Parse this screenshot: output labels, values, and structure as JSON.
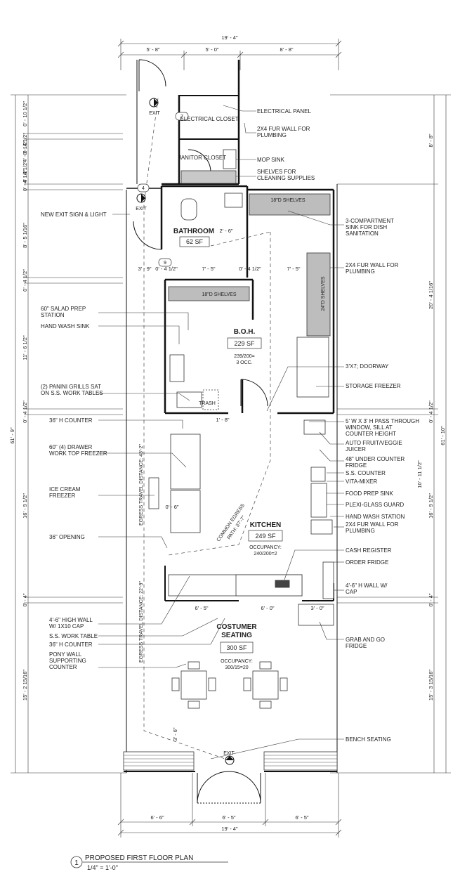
{
  "top_dims": {
    "total": "19' - 4\"",
    "seg1": "5' - 8\"",
    "seg2": "5' - 0\"",
    "seg3": "8' - 8\""
  },
  "bottom_dims": {
    "total": "19' - 4\"",
    "seg1": "6' - 6\"",
    "seg2": "6' - 5\"",
    "seg3": "6' - 5\""
  },
  "left_dims": [
    "0' - 10 1/2\"",
    "0' - 4 1/2\"",
    "4' - 0 1/2\"",
    "4' - 4 1/2\"",
    "0' - 4 1/2\"",
    "8' - 5 1/16\"",
    "0' - 4 1/2\"",
    "11' - 6 1/2\"",
    "0' - 4 1/2\"",
    "16' - 9 1/2\"",
    "0' - 4\"",
    "15' - 2 15/16\"",
    "61' - 9\""
  ],
  "right_dims": [
    "8' - 8\"",
    "20' - 4 1/16\"",
    "0' - 4 1/2\"",
    "10' - 11 1/2\"",
    "16' - 9 1/2\"",
    "0' - 4\"",
    "15' - 3 15/16\"",
    "61' - 10\""
  ],
  "interior_dims": [
    "3' - 9\"",
    "0' - 4 1/2\"",
    "7' - 5\"",
    "0' - 4 1/2\"",
    "7' - 5\"",
    "2' - 6\"",
    "1' - 8\"",
    "0' - 6\"",
    "6' - 5\"",
    "6' - 0\"",
    "3' - 0\"",
    "3' - 6\""
  ],
  "rooms": {
    "electrical": "ELECTRICAL CLOSET",
    "electrical_tag": "7",
    "janitor": "JANITOR CLOSET",
    "bathroom": "BATHROOM",
    "bathroom_area": "62 SF",
    "bathroom_tag": "9",
    "boh": "B.O.H.",
    "boh_area": "229 SF",
    "boh_occ1": "239/200=",
    "boh_occ2": "3 OCC.",
    "kitchen": "KITCHEN",
    "kitchen_area": "249 SF",
    "kitchen_occ1": "OCCUPANCY:",
    "kitchen_occ2": "240/200=2",
    "seating1": "COSTUMER",
    "seating2": "SEATING",
    "seating_area": "300 SF",
    "seating_occ1": "OCCUPANCY:",
    "seating_occ2": "300/15=20"
  },
  "exits": [
    "EXIT",
    "EXIT",
    "EXIT"
  ],
  "exit_tag": "4",
  "shelves": {
    "s1": "18\"D SHELVES",
    "s2": "18\"D SHELVES",
    "s3": "24\"D SHELVES"
  },
  "trash": "TRASH",
  "egress1": "EGRESS TRAVEL DISTANCE: 43'-2\"",
  "egress2": "EGRESS TRAVEL DISTANCE: 22'-9\"",
  "common_egress1": "COMMON EGRESS",
  "common_egress2": "PATH: 37'-7\"",
  "right_callouts": [
    [
      "ELECTRICAL PANEL"
    ],
    [
      "2X4 FUR WALL FOR",
      "PLUMBING"
    ],
    [
      "MOP SINK"
    ],
    [
      "SHELVES FOR",
      "CLEANING SUPPLIES"
    ],
    [
      "3-COMPARTMENT",
      "SINK FOR DISH",
      "SANITATION"
    ],
    [
      "2X4 FUR WALL FOR",
      "PLUMBING"
    ],
    [
      "3'X7; DOORWAY"
    ],
    [
      "STORAGE FREEZER"
    ],
    [
      "5' W X 3' H PASS THROUGH",
      "WINDOW, SILL AT",
      "COUNTER HEIGHT"
    ],
    [
      "AUTO FRUIT/VEGGIE",
      "JUICER"
    ],
    [
      "48\" UNDER COUNTER",
      "FRIDGE"
    ],
    [
      "S.S. COUNTER"
    ],
    [
      "VITA-MIXER"
    ],
    [
      "FOOD PREP SINK"
    ],
    [
      "PLEXI-GLASS GUARD"
    ],
    [
      "HAND WASH STATION"
    ],
    [
      "2X4 FUR WALL FOR",
      "PLUMBING"
    ],
    [
      "CASH REGISTER"
    ],
    [
      "ORDER FRIDGE"
    ],
    [
      "4'-6\" H WALL W/",
      "CAP"
    ],
    [
      "GRAB AND GO",
      "FRIDGE"
    ],
    [
      "BENCH SEATING"
    ]
  ],
  "left_callouts": [
    [
      "NEW EXIT SIGN & LIGHT"
    ],
    [
      "60\" SALAD PREP",
      "STATION"
    ],
    [
      "HAND WASH SINK"
    ],
    [
      "(2) PANINI GRILLS SAT",
      "ON S.S. WORK TABLES"
    ],
    [
      "36\" H COUNTER"
    ],
    [
      "60\" (4) DRAWER",
      "WORK TOP FREEZER"
    ],
    [
      "ICE CREAM",
      "FREEZER"
    ],
    [
      "36\" OPENING"
    ],
    [
      "4'-6\" HIGH WALL",
      "W/ 1X10 CAP"
    ],
    [
      "S.S. WORK TABLE"
    ],
    [
      "36\" H COUNTER"
    ],
    [
      "PONY WALL",
      "SUPPORTING",
      "COUNTER"
    ]
  ],
  "title": {
    "number": "1",
    "name": "PROPOSED FIRST FLOOR PLAN",
    "scale": "1/4\" = 1'-0\""
  }
}
